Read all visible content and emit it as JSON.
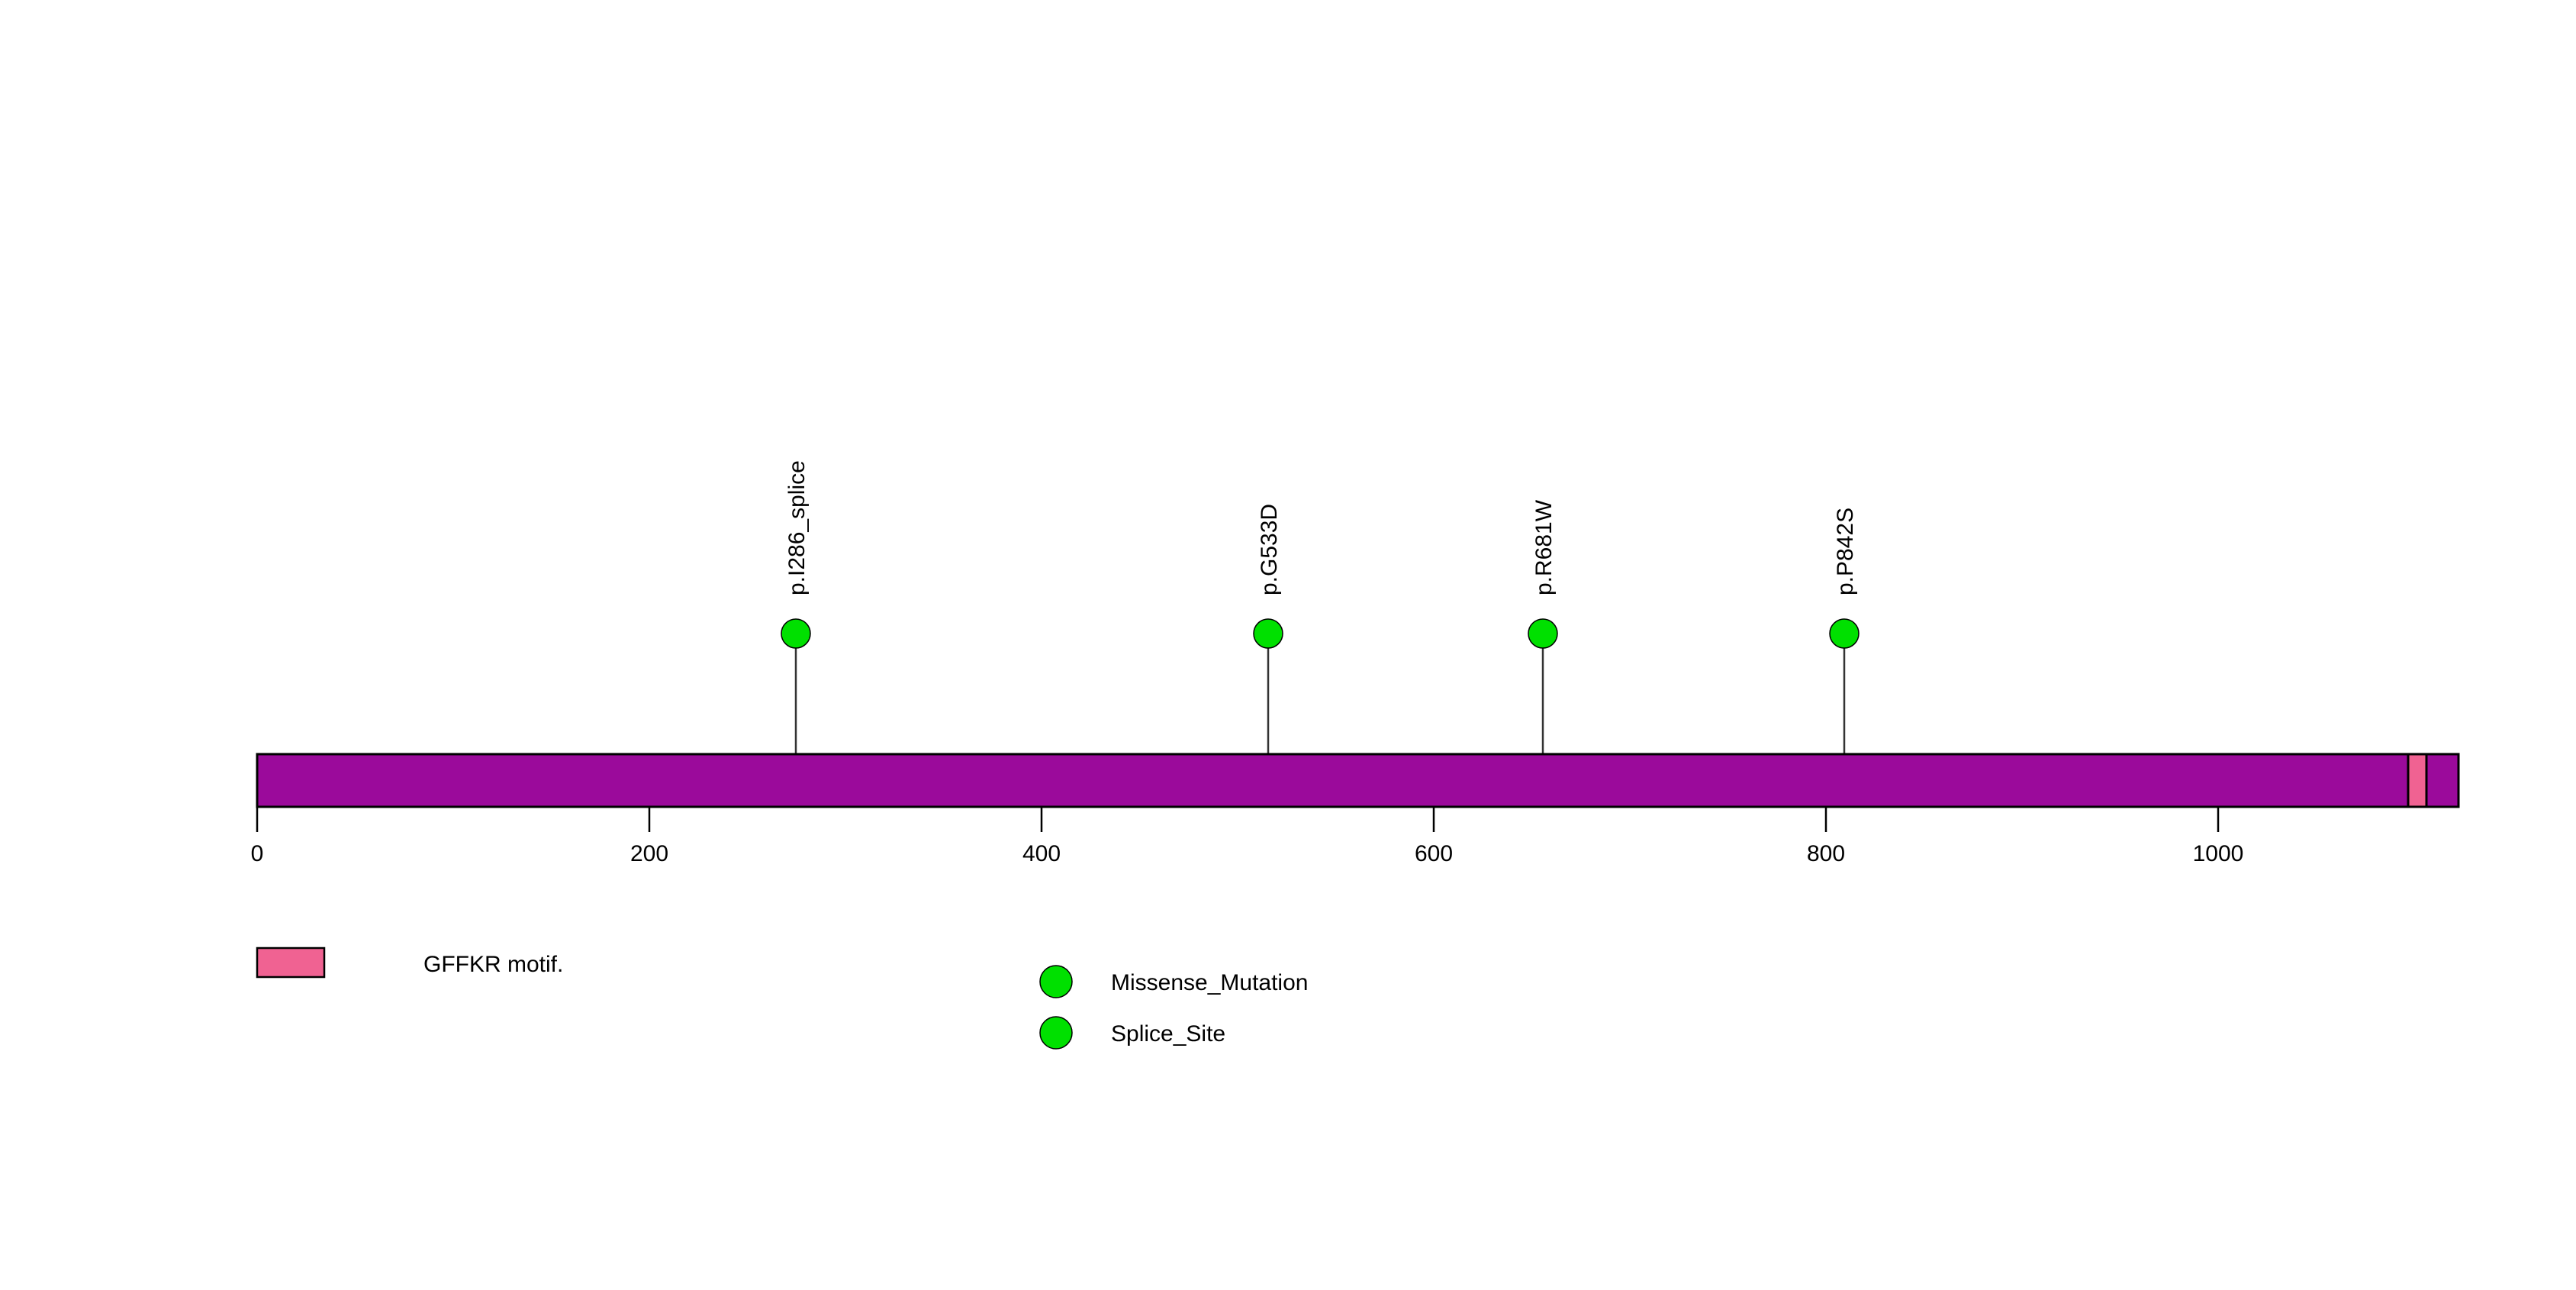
{
  "chart_data": {
    "type": "lollipop",
    "title": "",
    "xlabel": "",
    "ylabel": "",
    "xlim": [
      0,
      1160
    ],
    "axis_ticks": [
      {
        "value": 0,
        "label": "0"
      },
      {
        "value": 200,
        "label": "200"
      },
      {
        "value": 400,
        "label": "400"
      },
      {
        "value": 600,
        "label": "600"
      },
      {
        "value": 800,
        "label": "800"
      },
      {
        "value": 1000,
        "label": "1000"
      }
    ],
    "protein_backbone": {
      "start": 0,
      "end": 1160,
      "color": "#9B0A9B",
      "border_color": "#000000"
    },
    "domains": [
      {
        "name": "GFFKR motif.",
        "start": 1098,
        "end": 1107,
        "color": "#F06292",
        "border_color": "#000000"
      }
    ],
    "mutations": [
      {
        "label": "p.I286_splice",
        "position": 275,
        "type": "Splice_Site",
        "color": "#00E000",
        "count": 1
      },
      {
        "label": "p.G533D",
        "position": 517,
        "type": "Missense_Mutation",
        "color": "#00E000",
        "count": 1
      },
      {
        "label": "p.R681W",
        "position": 657,
        "type": "Missense_Mutation",
        "color": "#00E000",
        "count": 1
      },
      {
        "label": "p.P842S",
        "position": 811,
        "type": "Missense_Mutation",
        "color": "#00E000",
        "count": 1
      }
    ],
    "legend": {
      "domain_entries": [
        {
          "label": "GFFKR motif.",
          "color": "#F06292",
          "shape": "rect"
        }
      ],
      "mutation_entries": [
        {
          "label": "Missense_Mutation",
          "color": "#00E000",
          "shape": "circle"
        },
        {
          "label": "Splice_Site",
          "color": "#00E000",
          "shape": "circle"
        }
      ],
      "position": "below-axis"
    },
    "grid": false
  },
  "colors": {
    "backbone": "#9B0A9B",
    "motif": "#F06292",
    "mutation": "#00E000",
    "stroke": "#000000",
    "background": "#ffffff"
  }
}
